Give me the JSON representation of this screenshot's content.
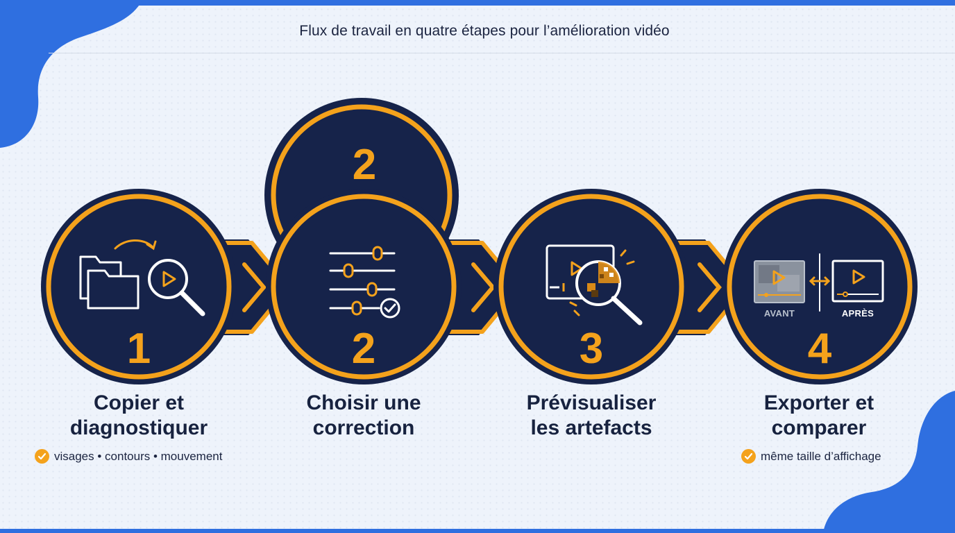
{
  "title": "Flux de travail en quatre étapes pour l’amélioration vidéo",
  "colors": {
    "navy": "#16234a",
    "orange": "#f4a21c",
    "blue": "#2f6fe0",
    "background": "#eef3fb"
  },
  "steps": [
    {
      "number": "1",
      "title_line1": "Copier et",
      "title_line2": "diagnostiquer",
      "note": "visages • contours • mouvement",
      "icons": [
        "folders-icon",
        "refresh-arrow-icon",
        "magnifier-play-icon"
      ]
    },
    {
      "number": "2",
      "title_line1": "Choisir une",
      "title_line2": "correction",
      "note": "",
      "icons": [
        "sliders-icon",
        "check-circle-icon"
      ]
    },
    {
      "number": "3",
      "title_line1": "Prévisualiser",
      "title_line2": "les artefacts",
      "note": "",
      "icons": [
        "video-preview-icon",
        "pixel-magnifier-icon"
      ]
    },
    {
      "number": "4",
      "title_line1": "Exporter et",
      "title_line2": "comparer",
      "note": "même taille d’affichage",
      "before_label": "AVANT",
      "after_label": "APRÈS",
      "icons": [
        "blurred-frame-icon",
        "double-arrow-icon",
        "sharp-frame-icon"
      ]
    }
  ],
  "floating_badge_number": "2"
}
